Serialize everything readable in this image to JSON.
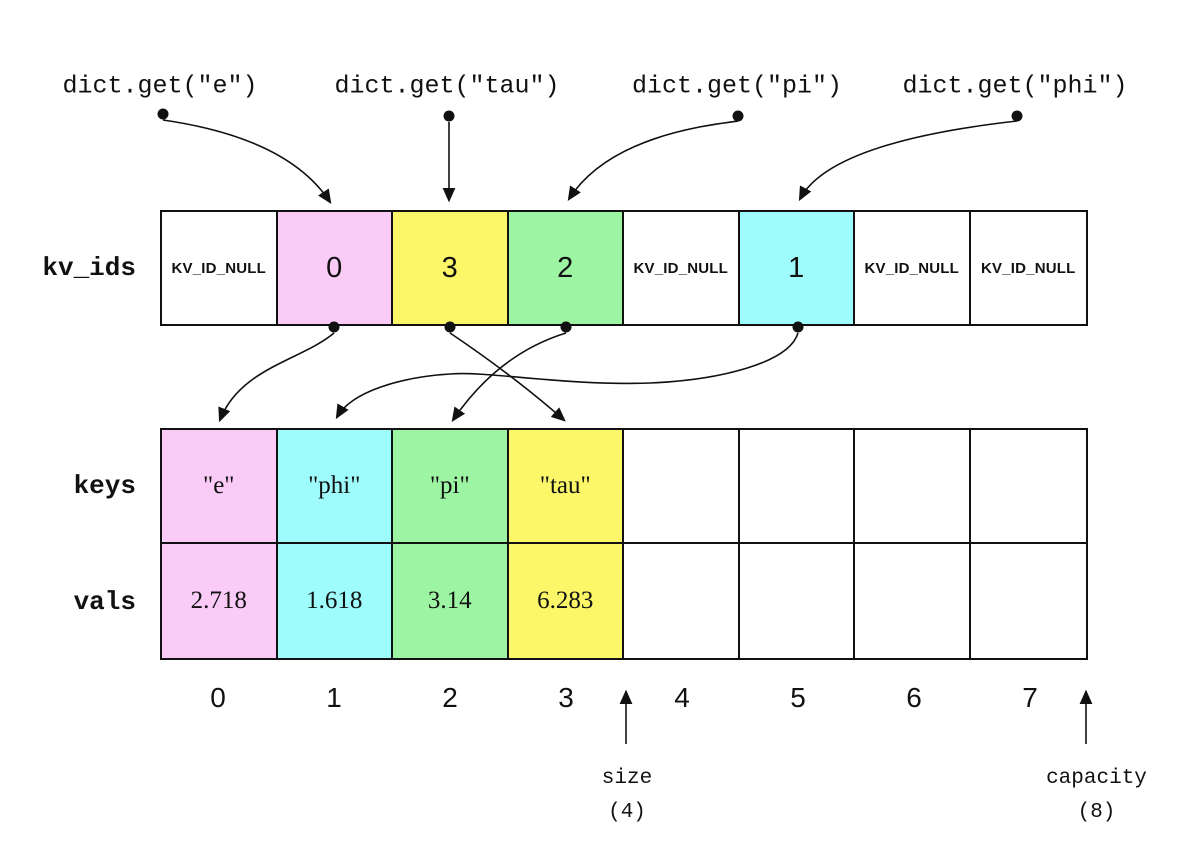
{
  "palette": {
    "white": "#FFFFFF",
    "pink": "#FBCBF7",
    "cyan": "#9FFCFC",
    "green": "#9DF4A3",
    "yellow": "#FBF768"
  },
  "top_calls": [
    {
      "text": "dict.get(\"e\")",
      "points_to": "kv_ids[1]"
    },
    {
      "text": "dict.get(\"tau\")",
      "points_to": "kv_ids[2]"
    },
    {
      "text": "dict.get(\"pi\")",
      "points_to": "kv_ids[3]"
    },
    {
      "text": "dict.get(\"phi\")",
      "points_to": "kv_ids[5]"
    }
  ],
  "rows": {
    "kv_ids": {
      "label": "kv_ids",
      "cells": [
        {
          "text": "KV_ID_NULL",
          "color": "white"
        },
        {
          "text": "0",
          "color": "pink"
        },
        {
          "text": "3",
          "color": "yellow"
        },
        {
          "text": "2",
          "color": "green"
        },
        {
          "text": "KV_ID_NULL",
          "color": "white"
        },
        {
          "text": "1",
          "color": "cyan"
        },
        {
          "text": "KV_ID_NULL",
          "color": "white"
        },
        {
          "text": "KV_ID_NULL",
          "color": "white"
        }
      ]
    },
    "keys": {
      "label": "keys",
      "cells": [
        {
          "text": "\"e\"",
          "color": "pink"
        },
        {
          "text": "\"phi\"",
          "color": "cyan"
        },
        {
          "text": "\"pi\"",
          "color": "green"
        },
        {
          "text": "\"tau\"",
          "color": "yellow"
        },
        {
          "text": "",
          "color": "white"
        },
        {
          "text": "",
          "color": "white"
        },
        {
          "text": "",
          "color": "white"
        },
        {
          "text": "",
          "color": "white"
        }
      ]
    },
    "vals": {
      "label": "vals",
      "cells": [
        {
          "text": "2.718",
          "color": "pink"
        },
        {
          "text": "1.618",
          "color": "cyan"
        },
        {
          "text": "3.14",
          "color": "green"
        },
        {
          "text": "6.283",
          "color": "yellow"
        },
        {
          "text": "",
          "color": "white"
        },
        {
          "text": "",
          "color": "white"
        },
        {
          "text": "",
          "color": "white"
        },
        {
          "text": "",
          "color": "white"
        }
      ]
    }
  },
  "id_arrows": [
    {
      "from": "kv_ids[1]",
      "to": "keys[0]"
    },
    {
      "from": "kv_ids[2]",
      "to": "keys[3]"
    },
    {
      "from": "kv_ids[3]",
      "to": "keys[2]"
    },
    {
      "from": "kv_ids[5]",
      "to": "keys[1]"
    }
  ],
  "indices": [
    "0",
    "1",
    "2",
    "3",
    "4",
    "5",
    "6",
    "7"
  ],
  "size_marker": {
    "label": "size",
    "value": "(4)"
  },
  "capacity_marker": {
    "label": "capacity",
    "value": "(8)"
  }
}
